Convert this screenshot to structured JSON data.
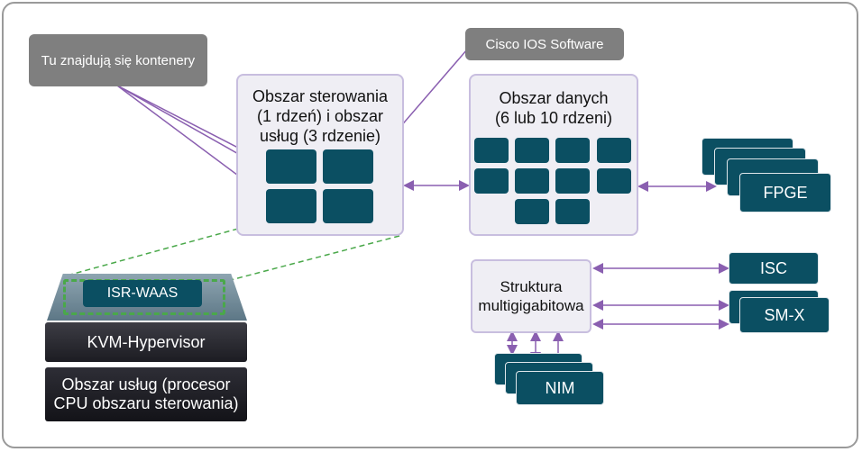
{
  "callouts": {
    "containers": "Tu znajdują się kontenery",
    "ios": "Cisco IOS Software"
  },
  "control_plane": {
    "title_line1": "Obszar sterowania",
    "title_line2": "(1 rdzeń) i obszar",
    "title_line3": "usług (3 rdzenie)"
  },
  "data_plane": {
    "title_line1": "Obszar danych",
    "title_line2": "(6 lub 10 rdzeni)"
  },
  "fabric": {
    "line1": "Struktura",
    "line2": "multigigabitowa"
  },
  "modules": {
    "fpge": "FPGE",
    "isc": "ISC",
    "smx": "SM-X",
    "nim": "NIM"
  },
  "server": {
    "isr_waas": "ISR-WAAS",
    "hypervisor": "KVM-Hypervisor",
    "service_line1": "Obszar usług (procesor",
    "service_line2": "CPU obszaru sterowania)"
  },
  "colors": {
    "teal": "#0b4f62",
    "arrow": "#8a5fb0",
    "dashed_green": "#4aa84a",
    "callout_gray": "#7f7f7f"
  }
}
